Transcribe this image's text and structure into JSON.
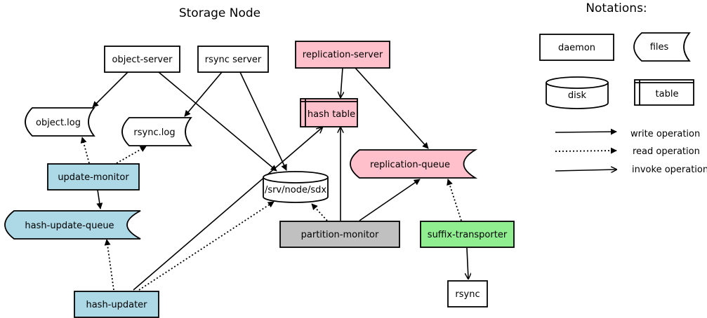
{
  "diagram": {
    "title": "Storage Node",
    "notations_title": "Notations:",
    "colors": {
      "pink": "#ffc0cb",
      "blue": "#add8e6",
      "gray": "#c0c0c0",
      "green": "#90ee90",
      "white": "#ffffff"
    },
    "nodes": {
      "object_server": "object-server",
      "rsync_server": "rsync server",
      "replication_server": "replication-server",
      "hash_table": "hash table",
      "object_log": "object.log",
      "rsync_log": "rsync.log",
      "replication_queue": "replication-queue",
      "update_monitor": "update-monitor",
      "disk": "/srv/node/sdx",
      "hash_update_queue": "hash-update-queue",
      "partition_monitor": "partition-monitor",
      "suffix_transporter": "suffix-transporter",
      "rsync": "rsync",
      "hash_updater": "hash-updater"
    },
    "legend": {
      "daemon": "daemon",
      "files": "files",
      "disk": "disk",
      "table": "table",
      "write": "write operation",
      "read": "read operation",
      "invoke": "invoke operation"
    }
  }
}
